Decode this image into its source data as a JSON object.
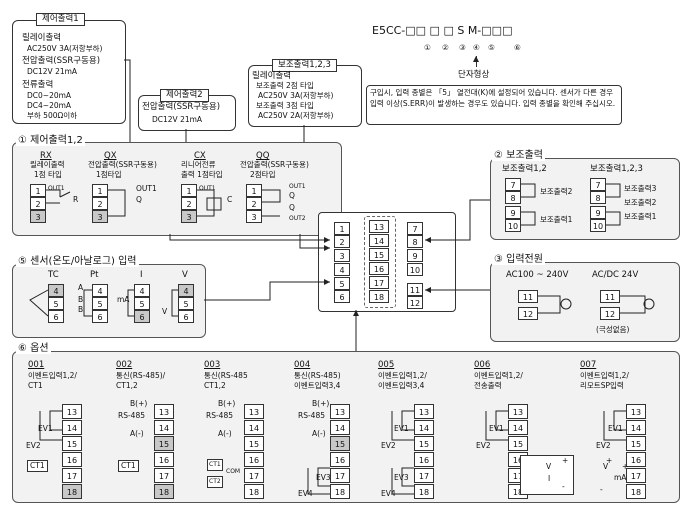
{
  "ctrl1": {
    "title": "제어출력1",
    "relay_label": "릴레이출력",
    "relay_spec": "AC250V   3A(저항부하)",
    "ssr_label": "전압출력(SSR구동용)",
    "ssr_spec": "DC12V    21mA",
    "current_label": "전류출력",
    "current_a": "DC0~20mA",
    "current_b": "DC4~20mA",
    "current_load": "부하 500Ω이하"
  },
  "ctrl2": {
    "title": "제어출력2",
    "label": "전압출력(SSR구동용)",
    "spec": "DC12V   21mA"
  },
  "aux123": {
    "title": "보조출력1,2,3",
    "relay": "릴레이출력",
    "line1": "보조출력 2점 타입",
    "line1_spec": "AC250V   3A(저항부하)",
    "line2": "보조출력 3점 타입",
    "line2_spec": "AC250V   2A(저항부하)"
  },
  "model": {
    "code": "E5CC-□□ □ □ S M-□□□",
    "idx": [
      "①",
      "②",
      "③",
      "④",
      "⑤",
      "⑥"
    ],
    "arrow_label": "단자형상",
    "note": "구입시, 입력 종별은 「5」 열전대(K)에 설정되어 있습니다. 센서가 다른 경우 입력 이상(S.ERR)이 발생하는 경우도 있습니다. 입력 종별을 확인해 주십시오."
  },
  "sec1": {
    "title": "① 제어출력1,2",
    "items": [
      {
        "code": "RX",
        "name": "릴레이출력",
        "type": "1점 타입",
        "out": "OUT1",
        "sym": "R"
      },
      {
        "code": "QX",
        "name": "전압출력(SSR구동용)",
        "type": "1점타입",
        "out": "OUT1",
        "sym": "Q"
      },
      {
        "code": "CX",
        "name": "리니어전류",
        "type": "출력 1점타입",
        "out": "OUT1",
        "sym": "C"
      },
      {
        "code": "QQ",
        "name": "전압출력(SSR구동용)",
        "type": "2점타입",
        "out": "OUT1",
        "out2": "OUT2",
        "sym": "Q"
      }
    ]
  },
  "sec2": {
    "title": "② 보조출력",
    "two": "보조출력1,2",
    "three": "보조출력1,2,3",
    "aux1": "보조출력1",
    "aux2": "보조출력2",
    "aux3": "보조출력3"
  },
  "sec3": {
    "title": "③ 입력전원",
    "ac": "AC100 ~ 240V",
    "acdc": "AC/DC 24V",
    "note": "(극성없음)"
  },
  "sec5": {
    "title": "⑤ 센서(온도/아날로그) 입력",
    "tc": "TC",
    "pt": "Pt",
    "i": "I",
    "v": "V",
    "a": "A",
    "b": "B",
    "ma": "mA",
    "vsym": "V",
    "plus": "+",
    "minus": "-"
  },
  "sec6": {
    "title": "⑥ 옵션",
    "opts": [
      {
        "code": "001",
        "line1": "이벤트입력1,2/",
        "line2": "CT1"
      },
      {
        "code": "002",
        "line1": "통신(RS-485)/",
        "line2": "CT1,2"
      },
      {
        "code": "003",
        "line1": "통신(RS-485",
        "line2": "CT1,2"
      },
      {
        "code": "004",
        "line1": "통신(RS-485)",
        "line2": "이벤트입력3,4"
      },
      {
        "code": "005",
        "line1": "이벤트입력1,2/",
        "line2": "이벤트입력3,4"
      },
      {
        "code": "006",
        "line1": "이벤트입력1,2/",
        "line2": "전송출력"
      },
      {
        "code": "007",
        "line1": "이벤트입력1,2/",
        "line2": "리모트SP입력"
      }
    ],
    "ev1": "EV1",
    "ev2": "EV2",
    "ev3": "EV3",
    "ev4": "EV4",
    "ct1": "CT1",
    "ct2": "CT2",
    "bplus": "B(+)",
    "rs485": "RS-485",
    "aminus": "A(-)",
    "com": "COM",
    "v": "V",
    "ma": "mA",
    "plus": "+",
    "minus": "-"
  },
  "center": {
    "left": [
      "1",
      "2",
      "3",
      "4",
      "5",
      "6"
    ],
    "mid": [
      "13",
      "14",
      "15",
      "16",
      "17",
      "18"
    ],
    "right": [
      "7",
      "8",
      "9",
      "10",
      "11",
      "12"
    ]
  }
}
